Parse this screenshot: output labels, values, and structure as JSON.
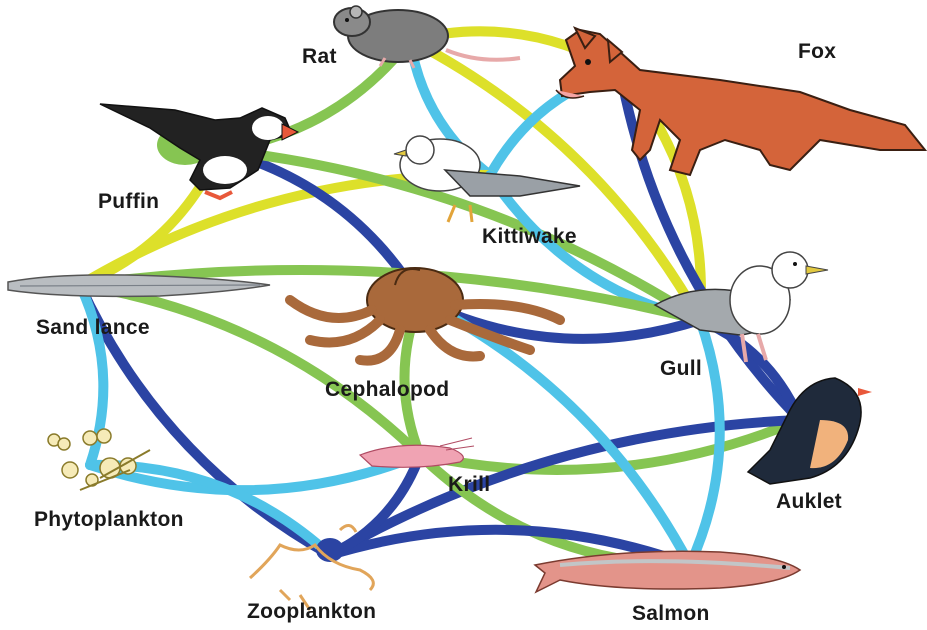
{
  "colors": {
    "yellow": "#dde02a",
    "green": "#86c552",
    "light_blue": "#4fc3e8",
    "dark_blue": "#2b44a3"
  },
  "organisms": {
    "rat": {
      "label": "Rat",
      "icon": "rat-icon"
    },
    "fox": {
      "label": "Fox",
      "icon": "fox-icon"
    },
    "puffin": {
      "label": "Puffin",
      "icon": "puffin-icon"
    },
    "kittiwake": {
      "label": "Kittiwake",
      "icon": "kittiwake-icon"
    },
    "sand_lance": {
      "label": "Sand lance",
      "icon": "sand-lance-icon"
    },
    "cephalopod": {
      "label": "Cephalopod",
      "icon": "octopus-icon"
    },
    "gull": {
      "label": "Gull",
      "icon": "gull-icon"
    },
    "auklet": {
      "label": "Auklet",
      "icon": "auklet-icon"
    },
    "krill": {
      "label": "Krill",
      "icon": "krill-icon"
    },
    "phytoplankton": {
      "label": "Phytoplankton",
      "icon": "phytoplankton-icon"
    },
    "zooplankton": {
      "label": "Zooplankton",
      "icon": "zooplankton-icon"
    },
    "salmon": {
      "label": "Salmon",
      "icon": "salmon-icon"
    }
  },
  "links": [
    {
      "from": "rat",
      "to": "fox",
      "color": "yellow"
    },
    {
      "from": "puffin",
      "to": "rat",
      "color": "green"
    },
    {
      "from": "kittiwake",
      "to": "rat",
      "color": "light_blue"
    },
    {
      "from": "gull",
      "to": "rat",
      "color": "yellow"
    },
    {
      "from": "kittiwake",
      "to": "fox",
      "color": "light_blue"
    },
    {
      "from": "gull",
      "to": "fox",
      "color": "yellow"
    },
    {
      "from": "auklet",
      "to": "fox",
      "color": "dark_blue"
    },
    {
      "from": "sand_lance",
      "to": "puffin",
      "color": "yellow"
    },
    {
      "from": "sand_lance",
      "to": "kittiwake",
      "color": "yellow"
    },
    {
      "from": "cephalopod",
      "to": "puffin",
      "color": "dark_blue"
    },
    {
      "from": "puffin",
      "to": "gull",
      "color": "green"
    },
    {
      "from": "kittiwake",
      "to": "gull",
      "color": "light_blue"
    },
    {
      "from": "sand_lance",
      "to": "gull",
      "color": "green"
    },
    {
      "from": "cephalopod",
      "to": "gull",
      "color": "dark_blue"
    },
    {
      "from": "gull",
      "to": "auklet",
      "color": "dark_blue"
    },
    {
      "from": "krill",
      "to": "sand_lance",
      "color": "green"
    },
    {
      "from": "zooplankton",
      "to": "sand_lance",
      "color": "dark_blue"
    },
    {
      "from": "phytoplankton",
      "to": "sand_lance",
      "color": "light_blue"
    },
    {
      "from": "krill",
      "to": "cephalopod",
      "color": "green"
    },
    {
      "from": "krill",
      "to": "auklet",
      "color": "green"
    },
    {
      "from": "zooplankton",
      "to": "auklet",
      "color": "dark_blue"
    },
    {
      "from": "krill",
      "to": "salmon",
      "color": "green"
    },
    {
      "from": "zooplankton",
      "to": "salmon",
      "color": "dark_blue"
    },
    {
      "from": "salmon",
      "to": "gull",
      "color": "light_blue"
    },
    {
      "from": "cephalopod",
      "to": "salmon",
      "color": "light_blue"
    },
    {
      "from": "phytoplankton",
      "to": "krill",
      "color": "light_blue"
    },
    {
      "from": "phytoplankton",
      "to": "zooplankton",
      "color": "light_blue"
    },
    {
      "from": "zooplankton",
      "to": "krill",
      "color": "dark_blue"
    }
  ]
}
